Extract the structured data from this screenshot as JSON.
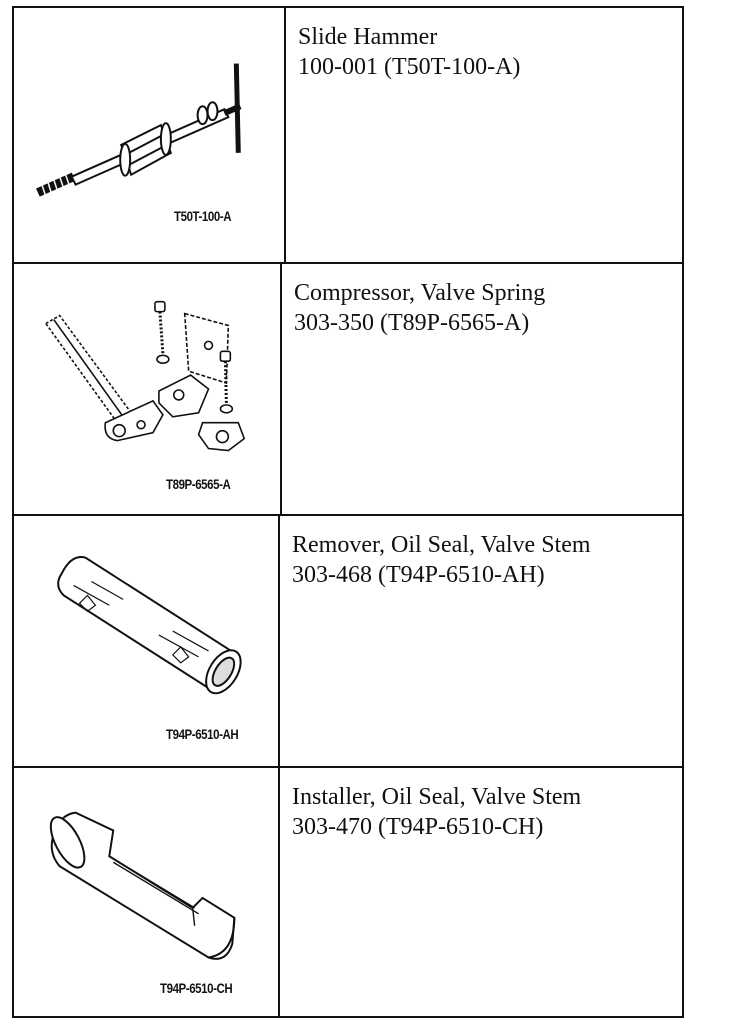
{
  "tools": [
    {
      "name": "Slide Hammer",
      "number": "100-001 (T50T-100-A)",
      "illustration_label": "T50T-100-A",
      "icon": "slide-hammer-illustration"
    },
    {
      "name": "Compressor, Valve Spring",
      "number": "303-350 (T89P-6565-A)",
      "illustration_label": "T89P-6565-A",
      "icon": "valve-spring-compressor-illustration"
    },
    {
      "name": "Remover, Oil Seal, Valve Stem",
      "number": "303-468 (T94P-6510-AH)",
      "illustration_label": "T94P-6510-AH",
      "icon": "oil-seal-remover-illustration"
    },
    {
      "name": "Installer, Oil Seal, Valve Stem",
      "number": "303-470 (T94P-6510-CH)",
      "illustration_label": "T94P-6510-CH",
      "icon": "oil-seal-installer-illustration"
    }
  ]
}
